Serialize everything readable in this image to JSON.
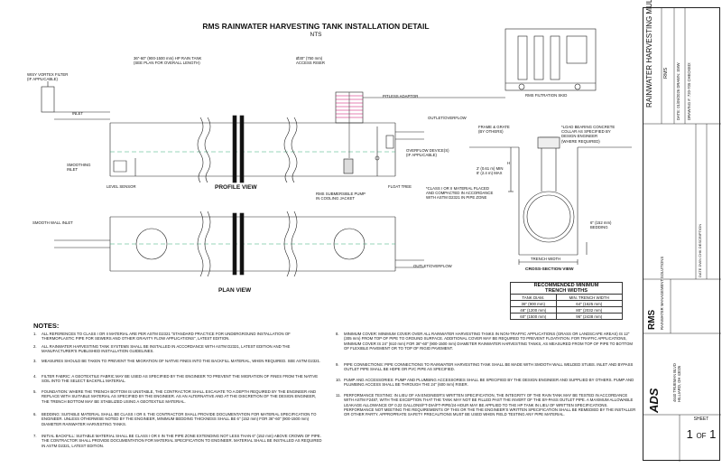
{
  "title": "RMS RAINWATER HARVESTING TANK INSTALLATION DETAIL",
  "scale": "NTS",
  "views": {
    "profile": "PROFILE VIEW",
    "plan": "PLAN VIEW",
    "cross": "CROSS-SECTION VIEW"
  },
  "callouts": {
    "vortex": "WISY VORTEX FILTER\n(IF APPLICABLE)",
    "tank": "36\"-60\" (900-1500 mm) HP RAIN TANK\n(SEE PLAN FOR OVERALL LENGTH)",
    "riser": "Ø30\" (750 mm)\nACCESS RISER",
    "pitless": "PITLESS ADAPTOR",
    "skid": "RMS FILTRATION SKID",
    "inlet": "INLET",
    "outlet_profile": "OUTLET/OVERFLOW",
    "overflow": "OVERFLOW DEVICE(S)\n(IF APPLICABLE)",
    "smoothing": "SMOOTHING\nINLET",
    "level": "LEVEL SENSOR",
    "float": "FLOAT TREE",
    "pump": "RMS SUBMERSIBLE PUMP\nIN COOLING JACKET",
    "smooth_wall": "SMOOTH WALL INLET",
    "outlet_plan": "OUTLET/OVERFLOW",
    "frame": "FRAME & GRATE\n(BY OTHERS)",
    "collar": "*LOAD BEARING CONCRETE\nCOLLAR AS SPECIFIED BY\nDESIGN ENGINEER\n(WHERE REQUIRED)",
    "h": "H",
    "cover": "2' (0.61 m) MIN\n8' (2.4 m) MAX",
    "backfill": "*CLASS I OR II MATERIAL PLACED\nAND COMPACTED IN ACCORDANCE\nWITH ASTM D2321 IN PIPE ZONE",
    "bedding": "6\" (152 mm)\nBEDDING",
    "trench": "TRENCH WIDTH"
  },
  "table": {
    "title": "RECOMMENDED MINIMUM\nTRENCH WIDTHS",
    "headers": [
      "TANK DIAM.",
      "MIN. TRENCH WIDTH"
    ],
    "rows": [
      [
        "36\" (900 mm)",
        "64\" (1625 mm)"
      ],
      [
        "48\" (1200 mm)",
        "80\" (2032 mm)"
      ],
      [
        "60\" (1500 mm)",
        "96\" (2438 mm)"
      ]
    ]
  },
  "notes_title": "NOTES:",
  "notes": [
    {
      "n": "1.",
      "t": "ALL REFERENCES TO CLASS I OR II MATERIAL ARE PER ASTM D2321 \"STANDARD PRACTICE FOR UNDERGROUND INSTALLATION OF THERMOPLASTIC PIPE FOR SEWERS AND OTHER GRAVITY FLOW APPLICATIONS\", LATEST EDITION."
    },
    {
      "n": "2.",
      "t": "ALL RAINWATER HARVESTING TANK SYSTEMS SHALL BE INSTALLED IN ACCORDANCE WITH ASTM D2321, LATEST EDITION AND THE MANUFACTURER'S PUBLISHED INSTALLATION GUIDELINES."
    },
    {
      "n": "3.",
      "t": "MEASURES SHOULD BE TAKEN TO PREVENT THE MIGRATION OF NATIVE FINES INTO THE BACKFILL MATERIAL, WHEN REQUIRED. SEE ASTM D2321."
    },
    {
      "n": "4.",
      "t": "FILTER FABRIC: A GEOTEXTILE FABRIC MAY BE USED AS SPECIFIED BY THE ENGINEER TO PREVENT THE MIGRATION OF FINES FROM THE NATIVE SOIL INTO THE SELECT BACKFILL MATERIAL."
    },
    {
      "n": "5.",
      "t": "FOUNDATION: WHERE THE TRENCH BOTTOM IS UNSTABLE, THE CONTRACTOR SHALL EXCAVATE TO A DEPTH REQUIRED BY THE ENGINEER AND REPLACE WITH SUITABLE MATERIAL AS SPECIFIED BY THE ENGINEER. AS AN ALTERNATIVE AND AT THE DISCRETION OF THE DESIGN ENGINEER, THE TRENCH BOTTOM MAY BE STABILIZED USING A GEOTEXTILE MATERIAL."
    },
    {
      "n": "6.",
      "t": "BEDDING: SUITABLE MATERIAL SHALL BE CLASS I OR II. THE CONTRACTOR SHALL PROVIDE DOCUMENTATION FOR MATERIAL SPECIFICATION TO ENGINEER. UNLESS OTHERWISE NOTED BY THE ENGINEER, MINIMUM BEDDING THICKNESS SHALL BE 6\" (152 mm) FOR 36\"-60\" (900-1500 mm) DIAMETER RAINWATER HARVESTING TANKS."
    },
    {
      "n": "7.",
      "t": "INITIAL BACKFILL: SUITABLE MATERIAL SHALL BE CLASS I OR II IN THE PIPE ZONE EXTENDING NOT LESS THAN 6\" (152 mm) ABOVE CROWN OF PIPE. THE CONTRACTOR SHALL PROVIDE DOCUMENTATION FOR MATERIAL SPECIFICATION TO ENGINEER. MATERIAL SHALL BE INSTALLED AS REQUIRED IN ASTM D2321, LATEST EDITION."
    },
    {
      "n": "8.",
      "t": "MINIMUM COVER: MINIMUM COVER OVER ALL RAINWATER HARVESTING TANKS IN NON-TRAFFIC APPLICATIONS (GRASS OR LANDSCAPE AREAS) IS 12\" (305 mm) FROM TOP OF PIPE TO GROUND SURFACE. ADDITIONAL COVER MAY BE REQUIRED TO PREVENT FLOATATION. FOR TRAFFIC APPLICATIONS, MINIMUM COVER IS 24\" (610 mm) FOR 36\"-60\" (900-1500 mm) DIAMETER RAINWATER HARVESTING TANKS, AS MEASURED FROM TOP OF PIPE TO BOTTOM OF FLEXIBLE PAVEMENT OR TO TOP OF RIGID PAVEMENT."
    },
    {
      "n": "9.",
      "t": "PIPE CONNECTIONS: PIPE CONNECTIONS TO RAINWATER HARVESTING TANK SHALL BE MADE WITH SMOOTH WALL WELDED STUBS. INLET AND BYPASS OUTLET PIPE SHALL BE HDPE OR PVC PIPE AS SPECIFIED."
    },
    {
      "n": "10.",
      "t": "PUMP AND ACCESSORIES: PUMP AND PLUMBING ACCESSORIES SHALL BE SPECIFIED BY THE DESIGN ENGINEER AND SUPPLIED BY OTHERS. PUMP AND PLUMBING ACCESS SHALL BE THROUGH THE 24\" (600 mm) RISER."
    },
    {
      "n": "11.",
      "t": "PERFORMANCE TESTING: IN LIEU OF AN ENGINEER'S WRITTEN SPECIFICATION, THE INTEGRITY OF THE RAIN TANK MAY BE TESTED IN ACCORDANCE WITH ASTM F2487, WITH THE EXCEPTION THAT THE TANK MAY NOT BE FILLED PAST THE INVERT OF THE BY-PASS OUTLET PIPE. A MAXIMUM ALLOWABLE LEAKAGE ALLOWANCE OF 0.22 GALLONS/FT-DIA/FT-PIPE/24-HOUR MAY BE APPLIED TO THE HP TANK IN LIEU OF WRITTEN SPECIFICATIONS. PERFORMANCE NOT MEETING THE REQUIREMENTS OF THIS OR THE THE ENGINEER'S WRITTEN SPECIFICATION SHALL BE REMEDIED BY THE INSTALLER OR OTHER PARTY. APPROPRIATE SAFETY PRECAUTIONS MUST BE USED WHEN FIELD TESTING ANY PIPE MATERIAL."
    }
  ],
  "title_block": {
    "project": "RAINWATER HARVESTING\nMULTI-PIECE TANK",
    "product": "RMS",
    "date_label": "DATE:",
    "date": "01/09/2026",
    "drawn_label": "DRAWN:",
    "drawn": "SMW",
    "checked_label": "CHECKED:",
    "drawing_label": "DRAWING #:",
    "drawing_no": "720-705",
    "rev_headers": [
      "DATE",
      "DWN",
      "CHK",
      "DESCRIPTION"
    ],
    "company_mark": "RMS",
    "company": "RAINWATER MANAGEMENT SOLUTIONS",
    "address": "4640 TRUEMAN BLVD\nHILLIARD, OH 43026",
    "brand": "ADS",
    "sheet_label": "SHEET",
    "sheet_no": "1",
    "of": "OF",
    "sheet_total": "1"
  }
}
